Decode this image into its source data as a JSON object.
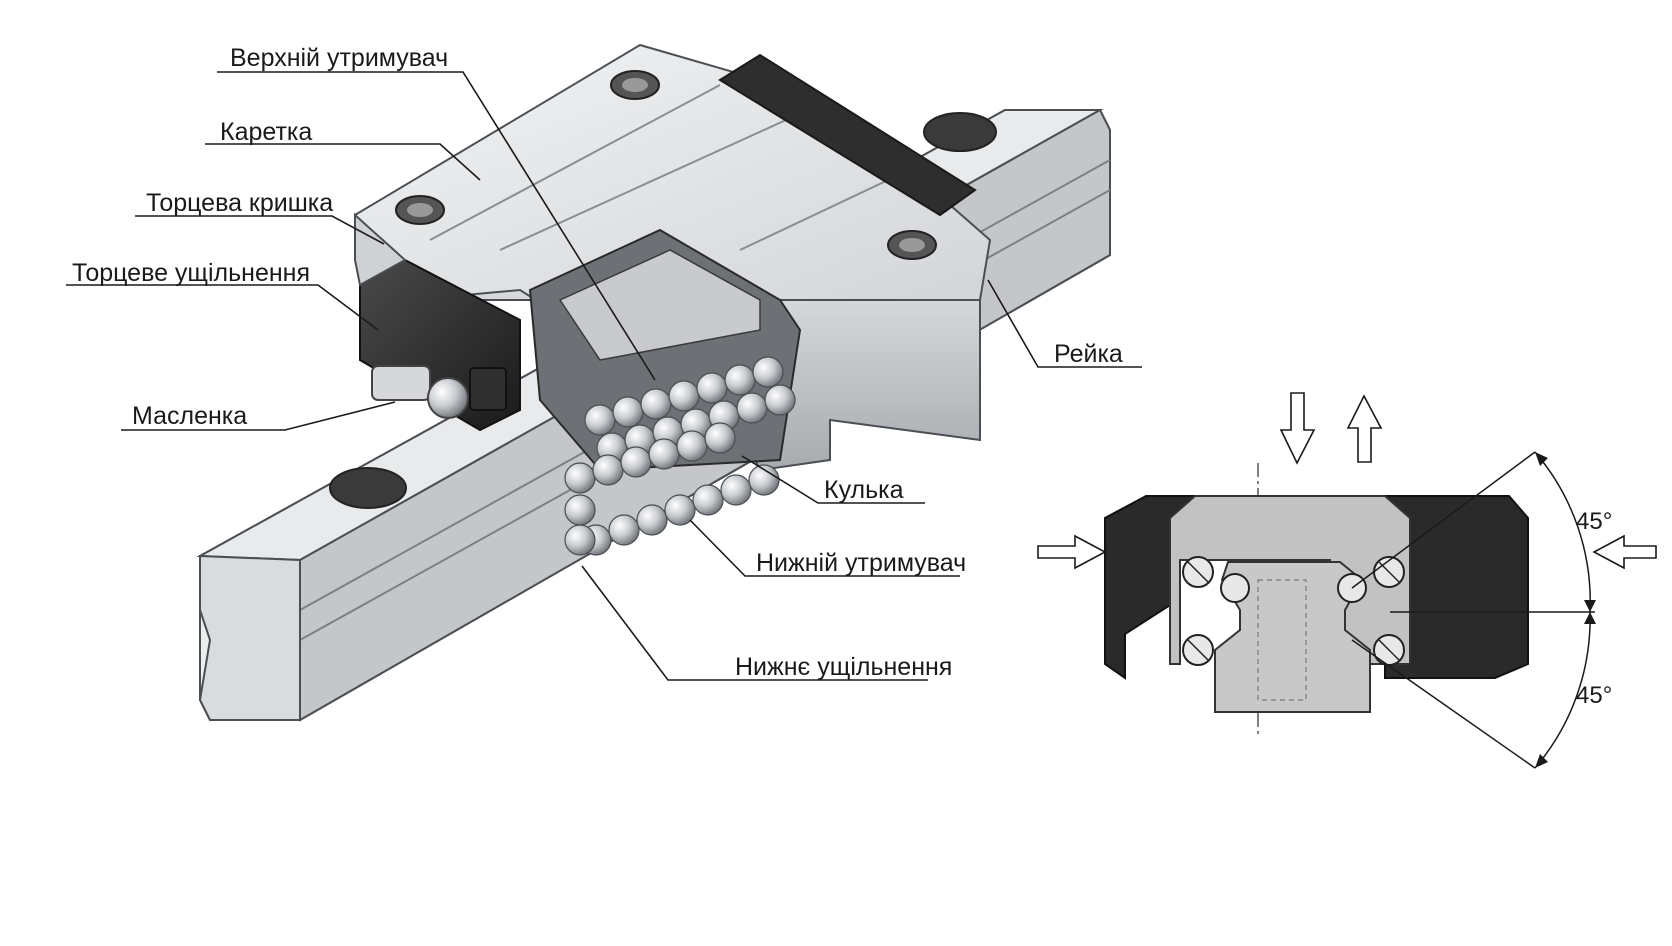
{
  "labels": {
    "upper_retainer": "Верхній утримувач",
    "carriage": "Каретка",
    "end_cap": "Торцева кришка",
    "end_seal": "Торцеве ущільнення",
    "grease_nipple": "Масленка",
    "rail": "Рейка",
    "ball": "Кулька",
    "lower_retainer": "Нижній утримувач",
    "bottom_seal": "Нижнє ущільнення"
  },
  "angles": {
    "upper": "45°",
    "lower": "45°"
  },
  "colors": {
    "steel_light": "#e6e7e9",
    "steel_mid": "#c9cbce",
    "steel_dark": "#9ea1a5",
    "black_part": "#2c2c2c",
    "line": "#1a1a1a",
    "section_grey": "#c2c2c2"
  },
  "icons": [
    "arrow-down-icon",
    "arrow-up-icon",
    "arrow-right-icon",
    "arrow-left-icon"
  ]
}
